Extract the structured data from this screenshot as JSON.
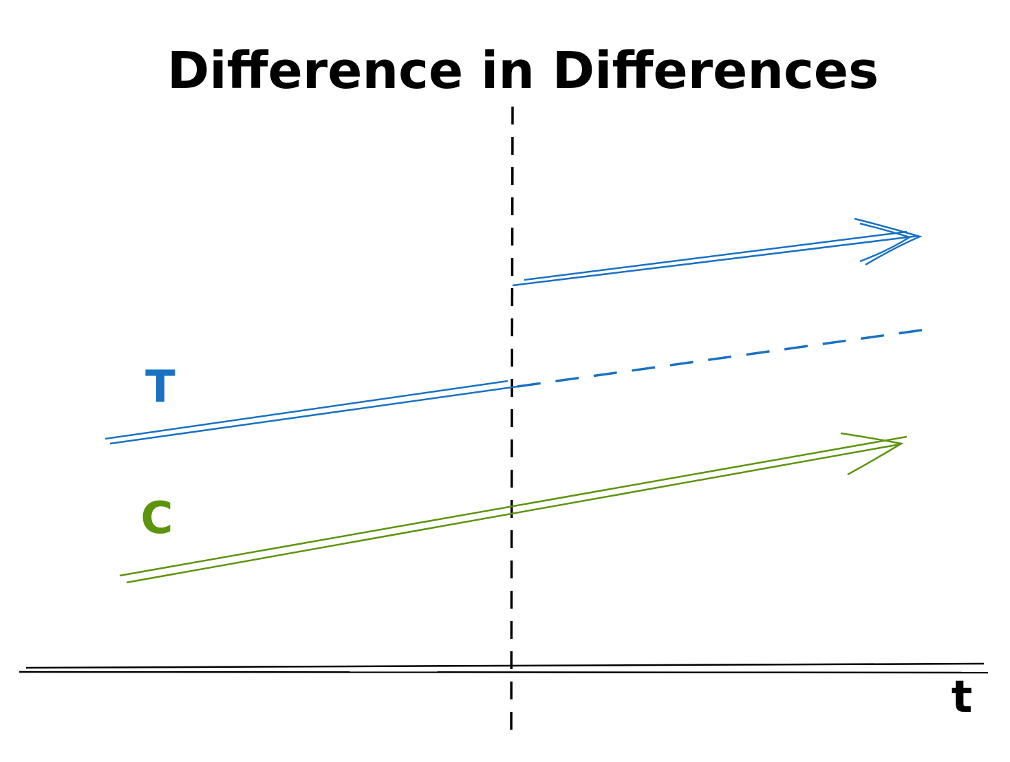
{
  "title": "Difference in Differences",
  "labels": {
    "treatment": "T",
    "control": "C",
    "time_axis": "t"
  },
  "colors": {
    "treatment": "#1971c2",
    "control": "#5c940d",
    "ink": "#000000"
  }
}
